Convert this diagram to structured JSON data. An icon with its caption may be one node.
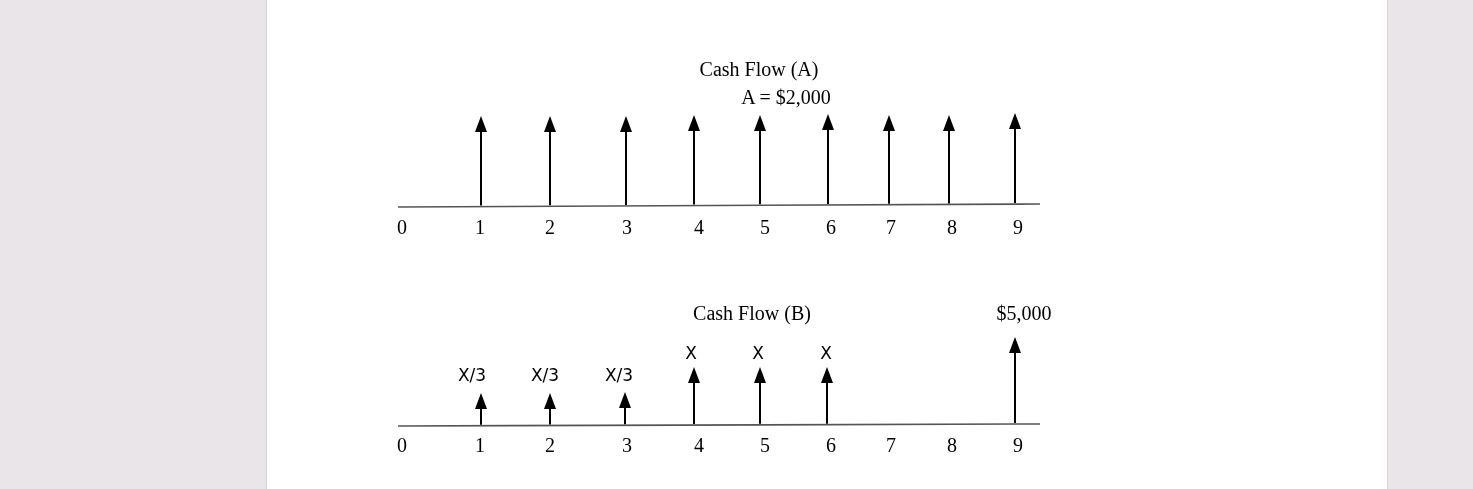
{
  "diagram": {
    "labels": [
      "Cash Flow (A)",
      "A = $2,000",
      "0",
      "1",
      "2",
      "3",
      "4",
      "5",
      "6",
      "7",
      "8",
      "9",
      "Cash Flow (B)",
      "$5,000",
      "X",
      "X",
      "X",
      "X/3",
      "X/3",
      "X/3",
      "0",
      "1",
      "2",
      "3",
      "4",
      "5",
      "6",
      "7",
      "8",
      "9"
    ]
  }
}
